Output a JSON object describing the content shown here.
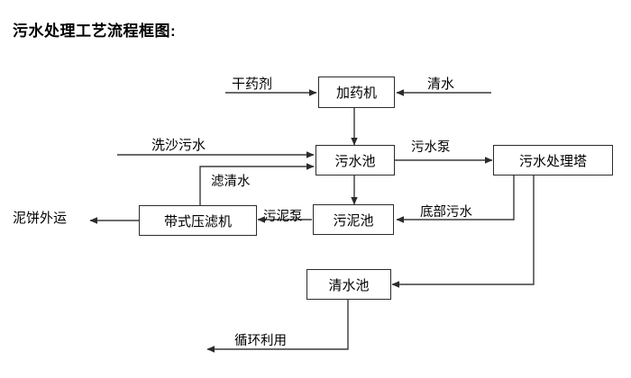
{
  "title": "污水处理工艺流程框图:",
  "nodes": [
    {
      "id": "dosing_machine",
      "label": "加药机"
    },
    {
      "id": "sewage_pool",
      "label": "污水池"
    },
    {
      "id": "treatment_tower",
      "label": "污水处理塔"
    },
    {
      "id": "belt_filter_press",
      "label": "带式压滤机"
    },
    {
      "id": "sludge_pool",
      "label": "污泥池"
    },
    {
      "id": "clean_water_pool",
      "label": "清水池"
    }
  ],
  "terminals": [
    {
      "id": "dry_agent",
      "label": "干药剂"
    },
    {
      "id": "clean_water_in",
      "label": "清水"
    },
    {
      "id": "sand_washing_sewage",
      "label": "洗沙污水"
    },
    {
      "id": "mud_cake_out",
      "label": "泥饼外运"
    }
  ],
  "edge_labels": [
    {
      "id": "sewage_pump",
      "label": "污水泵"
    },
    {
      "id": "filtered_clear_water",
      "label": "滤清水"
    },
    {
      "id": "sludge_pump",
      "label": "污泥泵"
    },
    {
      "id": "bottom_sewage",
      "label": "底部污水"
    },
    {
      "id": "recycle_use",
      "label": "循环利用"
    }
  ],
  "colors": {
    "line": "#3a3a3a",
    "box_border": "#2b2b2b",
    "text": "#000000",
    "background": "#ffffff"
  }
}
